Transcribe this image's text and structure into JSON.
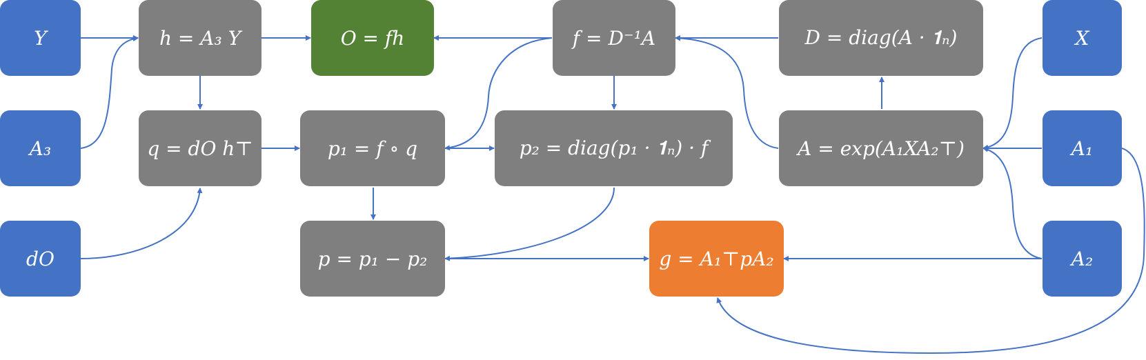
{
  "colors": {
    "input": "#4472c4",
    "operation": "#7f7f7f",
    "output": "#548235",
    "result": "#ed7d31",
    "arrow": "#4472c4"
  },
  "nodes": {
    "Y": "Y",
    "A3": "A₃",
    "dO": "dO",
    "h": "h = A₃ Y",
    "q": "q = dO h⊤",
    "O": "O = fh",
    "p1": "p₁ = f ∘ q",
    "p": "p = p₁ − p₂",
    "f": "f = D⁻¹A",
    "p2": "p₂ = diag(p₁ · 𝟏ₙ) · f",
    "g": "g = A₁⊤pA₂",
    "D": "D = diag(A · 𝟏ₙ)",
    "A": "A = exp(A₁XA₂⊤)",
    "X": "X",
    "A1": "A₁",
    "A2": "A₂"
  }
}
